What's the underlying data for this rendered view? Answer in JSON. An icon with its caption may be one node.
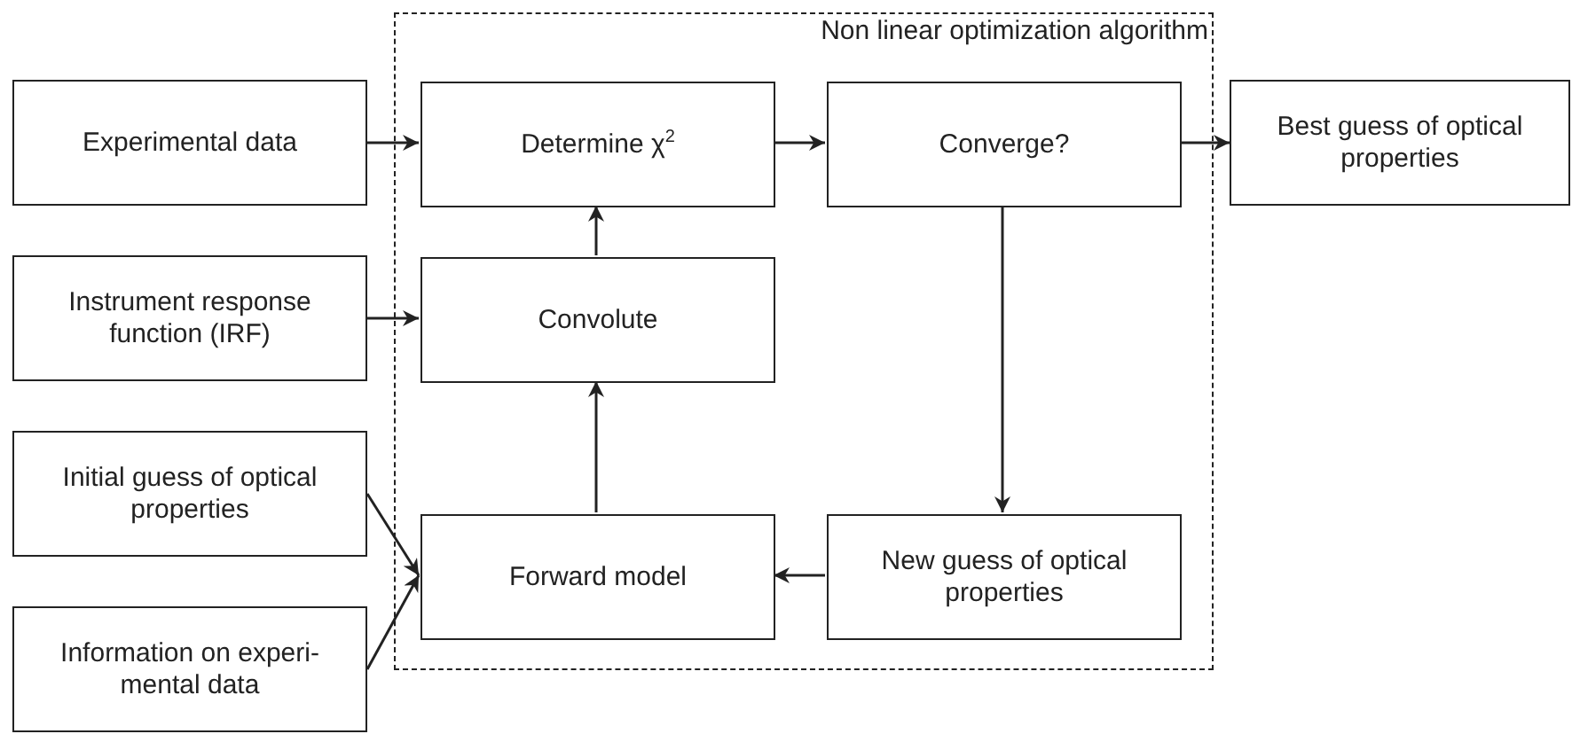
{
  "diagram": {
    "nodes": [
      {
        "text": [
          "Non linear optimization algorithm"
        ]
      },
      {
        "text": [
          "Experimental data"
        ]
      },
      {
        "text": [
          "Instrument response function (IRF)"
        ]
      },
      {
        "text": [
          "Initial guess of optical properties"
        ]
      },
      {
        "text": [
          "Information on experi-mental data"
        ]
      },
      {
        "text": [
          "Determine χ$^{2}$"
        ],
        "in": 0
      },
      {
        "text": [
          "Convolute"
        ],
        "in": 0
      },
      {
        "text": [
          "Forward model"
        ],
        "in": 0
      },
      {
        "text": [
          "Converge?"
        ],
        "in": 0
      },
      {
        "text": [
          "New guess of optical properties"
        ],
        "in": 0
      },
      {
        "text": [
          "Best guess of optical properties"
        ]
      }
    ],
    "edges": [
      {
        "from": 1,
        "to": 5,
        "arrow": "to"
      },
      {
        "from": 2,
        "to": 6,
        "arrow": "to"
      },
      {
        "from": 3,
        "to": 7,
        "arrow": "to"
      },
      {
        "from": 4,
        "to": 7,
        "arrow": "to"
      },
      {
        "from": 7,
        "to": 6,
        "arrow": "to"
      },
      {
        "from": 6,
        "to": 5,
        "arrow": "to"
      },
      {
        "from": 5,
        "to": 8,
        "arrow": "to"
      },
      {
        "from": 8,
        "to": 9,
        "arrow": "to"
      },
      {
        "from": 9,
        "to": 7,
        "arrow": "to"
      },
      {
        "from": 8,
        "to": 10,
        "arrow": "to"
      }
    ]
  }
}
